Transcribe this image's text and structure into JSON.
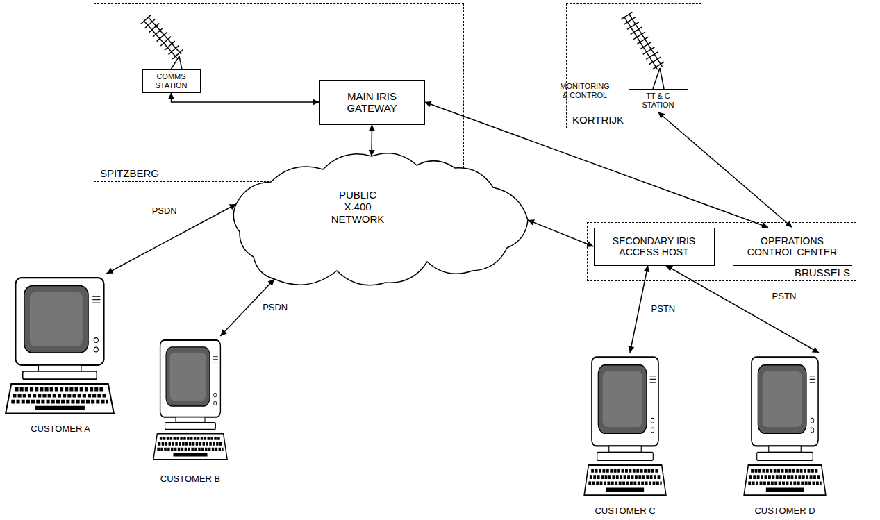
{
  "diagram": {
    "nodes": [
      {
        "text": [
          "SPITZBERG"
        ]
      },
      {
        "text": [
          "COMMS STATION"
        ],
        "in": 0
      },
      {
        "text": [
          "MAIN IRIS GATEWAY"
        ],
        "in": 0
      },
      {
        "text": [
          "KORTRIJK"
        ]
      },
      {
        "text": [
          "TT & C STATION"
        ],
        "in": 3
      },
      {
        "text": [
          "PUBLIC X.400 NETWORK"
        ]
      },
      {
        "text": [
          "BRUSSELS"
        ]
      },
      {
        "text": [
          "SECONDARY IRIS ACCESS HOST"
        ],
        "in": 6
      },
      {
        "text": [
          "OPERATIONS CONTROL CENTER"
        ],
        "in": 6
      },
      {
        "text": [
          "CUSTOMER A"
        ]
      },
      {
        "text": [
          "CUSTOMER B"
        ]
      },
      {
        "text": [
          "CUSTOMER C"
        ]
      },
      {
        "text": [
          "CUSTOMER D"
        ]
      }
    ],
    "edges": [
      {
        "from": 1,
        "to": 2,
        "arrow": "both"
      },
      {
        "from": 2,
        "to": 5,
        "arrow": "both"
      },
      {
        "from": 2,
        "to": 8,
        "arrow": "both"
      },
      {
        "from": 4,
        "to": 8,
        "arrow": "both"
      },
      {
        "from": 9,
        "to": 5,
        "label": "PSDN",
        "arrow": "both"
      },
      {
        "from": 10,
        "to": 5,
        "label": "PSDN",
        "arrow": "both"
      },
      {
        "from": 5,
        "to": 7,
        "arrow": "both"
      },
      {
        "from": 7,
        "to": 11,
        "label": "PSTN",
        "arrow": "both"
      },
      {
        "from": 7,
        "to": 12,
        "label": "PSTN",
        "arrow": "both"
      }
    ],
    "labels": [
      "MONITORING & CONTROL"
    ]
  }
}
